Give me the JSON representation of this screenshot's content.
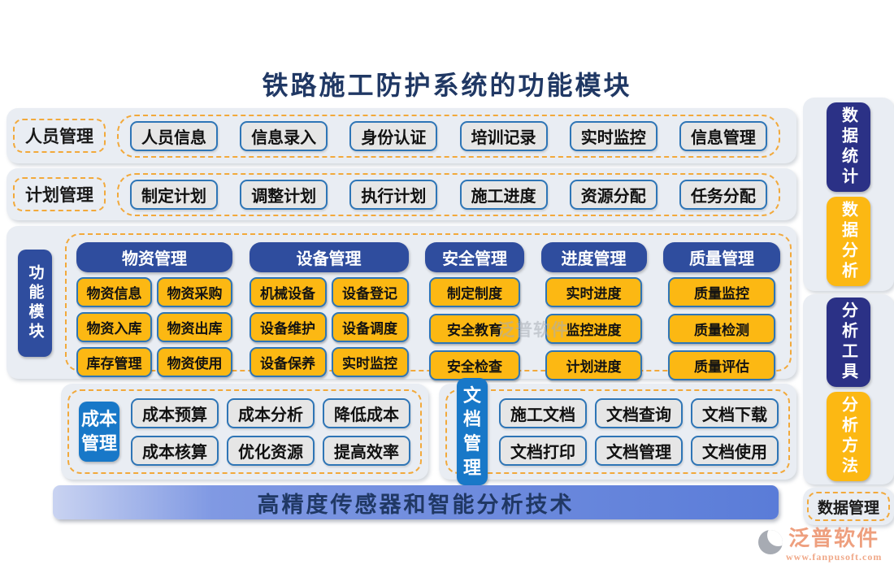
{
  "title": "铁路施工防护系统的功能模块",
  "colors": {
    "panel_bg": "#e9edf3",
    "navy_header": "#2f4d9e",
    "sidebar_navy": "#2b3186",
    "gold": "#fcb813",
    "bright_blue": "#1878c8",
    "button_border_blue": "#2e75b6",
    "dashed_orange": "#f2a93b",
    "title_navy": "#203864",
    "banner_gradient": [
      "#c9d3f1",
      "#5a7cd8"
    ],
    "logo_salmon": "#ee9f7e"
  },
  "rows": [
    {
      "label": "人员管理",
      "buttons": [
        "人员信息",
        "信息录入",
        "身份认证",
        "培训记录",
        "实时监控",
        "信息管理"
      ]
    },
    {
      "label": "计划管理",
      "buttons": [
        "制定计划",
        "调整计划",
        "执行计划",
        "施工进度",
        "资源分配",
        "任务分配"
      ]
    }
  ],
  "function_modules": {
    "label": "功能模块",
    "columns": [
      {
        "header": "物资管理",
        "items": [
          "物资信息",
          "物资采购",
          "物资入库",
          "物资出库",
          "库存管理",
          "物资使用"
        ]
      },
      {
        "header": "设备管理",
        "items": [
          "机械设备",
          "设备登记",
          "设备维护",
          "设备调度",
          "设备保养",
          "实时监控"
        ]
      },
      {
        "header": "安全管理",
        "items": [
          "制定制度",
          "安全教育",
          "安全检查"
        ]
      },
      {
        "header": "进度管理",
        "items": [
          "实时进度",
          "监控进度",
          "计划进度"
        ]
      },
      {
        "header": "质量管理",
        "items": [
          "质量监控",
          "质量检测",
          "质量评估"
        ]
      }
    ]
  },
  "bottom_groups": [
    {
      "label": "成本管理",
      "buttons": [
        "成本预算",
        "成本分析",
        "降低成本",
        "成本核算",
        "优化资源",
        "提高效率"
      ]
    },
    {
      "label": "文档管理",
      "buttons": [
        "施工文档",
        "文档查询",
        "文档下载",
        "文档打印",
        "文档管理",
        "文档使用"
      ]
    }
  ],
  "banner": "高精度传感器和智能分析技术",
  "sidebar": {
    "items": [
      {
        "label": "数据统计",
        "color": "navy"
      },
      {
        "label": "数据分析",
        "color": "gold"
      },
      {
        "label": "分析工具",
        "color": "navy"
      },
      {
        "label": "分析方法",
        "color": "gold"
      }
    ],
    "footer": "数据管理"
  },
  "watermark_faint": "泛普软件",
  "logo": {
    "brand": "泛普软件",
    "url": "www.fanpusoft.com"
  }
}
